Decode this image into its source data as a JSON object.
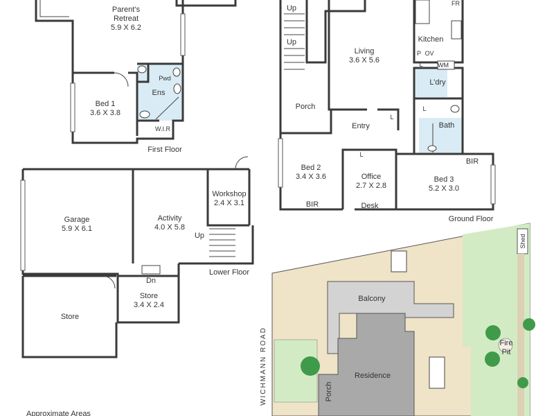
{
  "first_floor": {
    "title": "First Floor",
    "rooms": {
      "parents_retreat": {
        "name_line1": "Parent’s",
        "name_line2": "Retreat",
        "size": "5.9 X 6.2"
      },
      "bed1": {
        "name": "Bed 1",
        "size": "3.6 X 3.8"
      },
      "pwd": "Pwd",
      "ens": "Ens",
      "wir": "W.I.R"
    }
  },
  "ground_floor": {
    "title": "Ground Floor",
    "rooms": {
      "living": {
        "name": "Living",
        "size": "3.6 X 5.6"
      },
      "kitchen": "Kitchen",
      "fr": "FR",
      "p": "P",
      "ov": "OV",
      "wm": "WM",
      "l_kitchen": "L",
      "ldry": "L’dry",
      "porch": "Porch",
      "entry": "Entry",
      "l_entry": "L",
      "l_bath": "L",
      "bath": "Bath",
      "bed2": {
        "name": "Bed 2",
        "size": "3.4 X 3.6"
      },
      "bir_bed2": "BIR",
      "office": {
        "name": "Office",
        "size": "2.7 X 2.8"
      },
      "l_office": "L",
      "desk": "Desk",
      "bed3": {
        "name": "Bed 3",
        "size": "5.2 X 3.0"
      },
      "bir_bed3": "BIR",
      "up1": "Up",
      "up2": "Up"
    }
  },
  "lower_floor": {
    "title": "Lower Floor",
    "rooms": {
      "garage": {
        "name": "Garage",
        "size": "5.9 X 6.1"
      },
      "activity": {
        "name": "Activity",
        "size": "4.0 X 5.8"
      },
      "workshop": {
        "name": "Workshop",
        "size": "2.4 X 3.1"
      },
      "up": "Up",
      "dn": "Dn",
      "store_small": {
        "name": "Store",
        "size": "3.4 X 2.4"
      },
      "store_large": "Store"
    }
  },
  "site_plan": {
    "road": "WICHMANN ROAD",
    "balcony": "Balcony",
    "residence": "Residence",
    "porch": "Porch",
    "fire_pit_line1": "Fire",
    "fire_pit_line2": "Pit",
    "shed": "Shed",
    "colors": {
      "land": "#efe3c8",
      "lawn": "#d3ebc4",
      "balcony_roof": "#d3d3d3",
      "residence_roof": "#a9a9a9",
      "tree": "#3f9b4a"
    }
  },
  "footer": {
    "approx_areas": "Approximate Areas"
  }
}
